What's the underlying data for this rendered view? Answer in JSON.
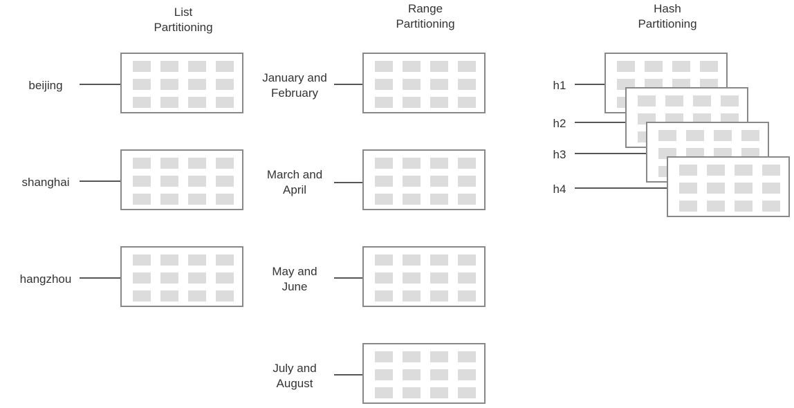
{
  "titles": {
    "list": [
      "List",
      "Partitioning"
    ],
    "range": [
      "Range",
      "Partitioning"
    ],
    "hash": [
      "Hash",
      "Partitioning"
    ]
  },
  "list_partitions": [
    "beijing",
    "shanghai",
    "hangzhou"
  ],
  "range_partitions": [
    [
      "January and",
      "February"
    ],
    [
      "March and",
      "April"
    ],
    [
      "May and",
      "June"
    ],
    [
      "July and",
      "August"
    ]
  ],
  "hash_partitions": [
    "h1",
    "h2",
    "h3",
    "h4"
  ],
  "colors": {
    "box_border": "#888888",
    "cell_fill": "#dcdcdc",
    "connector": "#555555",
    "text": "#333333"
  }
}
